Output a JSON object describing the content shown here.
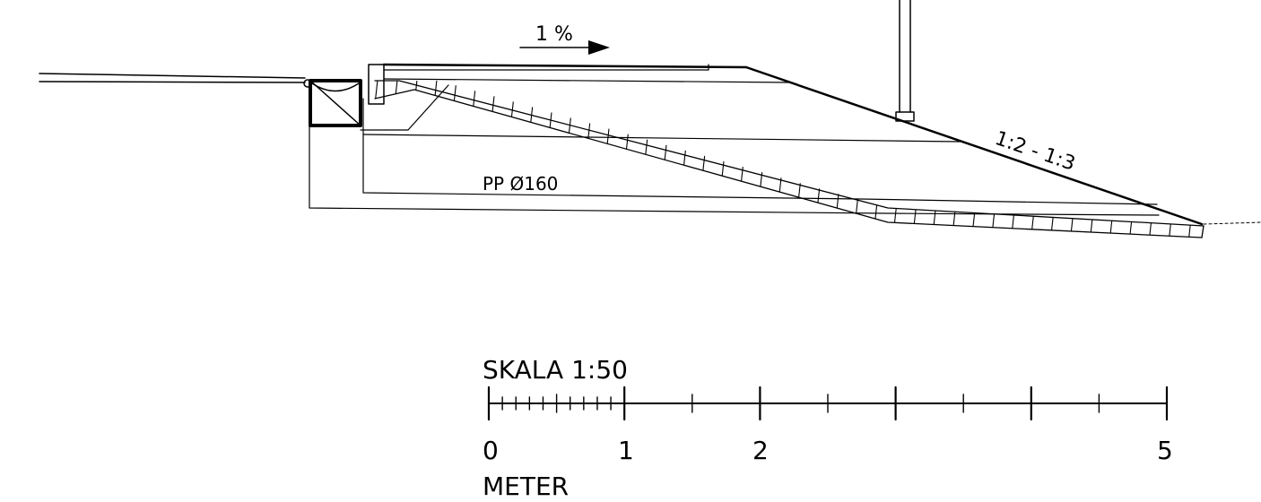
{
  "labels": {
    "slope_percent": "1 %",
    "embankment_slope": "1:2 - 1:3",
    "pipe": "PP Ø160"
  },
  "scale_bar": {
    "title": "SKALA 1:50",
    "unit": "METER",
    "tick_labels": [
      "0",
      "1",
      "2",
      "5"
    ]
  }
}
